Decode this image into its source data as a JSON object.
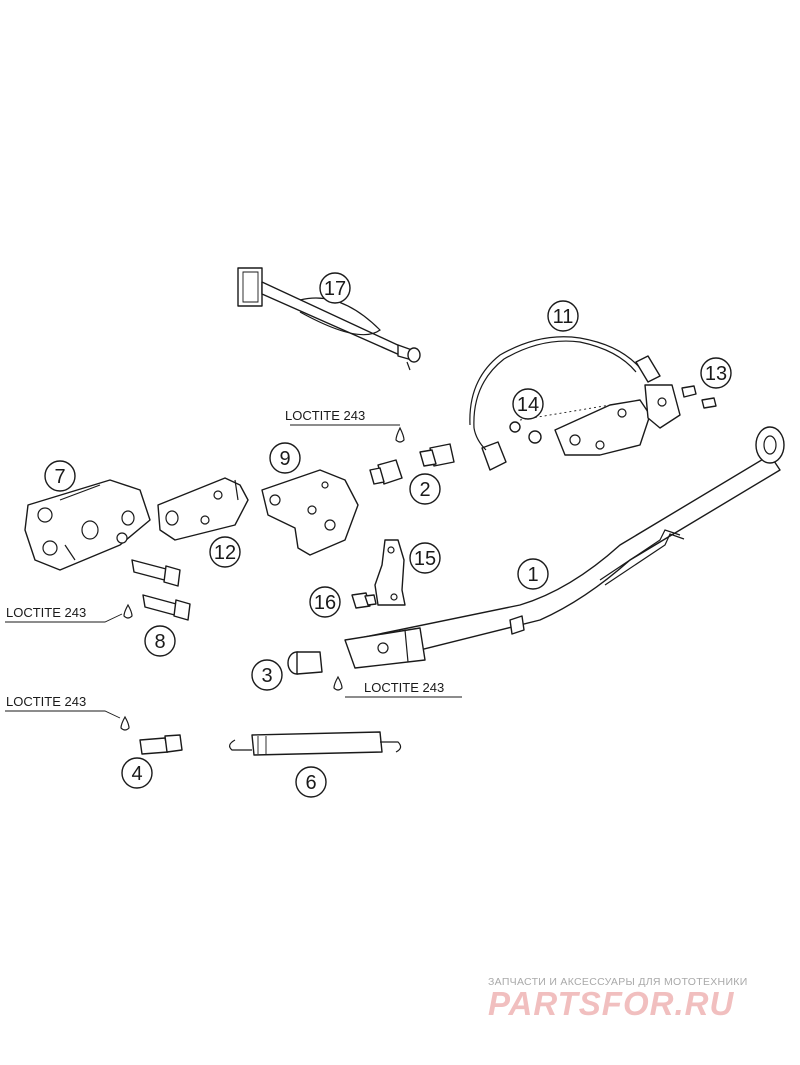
{
  "callouts": [
    "1",
    "2",
    "3",
    "4",
    "6",
    "7",
    "8",
    "9",
    "11",
    "12",
    "13",
    "14",
    "15",
    "16",
    "17"
  ],
  "loctite": [
    "LOCTITE 243",
    "LOCTITE 243",
    "LOCTITE 243",
    "LOCTITE 243"
  ],
  "watermark": {
    "subtitle": "ЗАПЧАСТИ И АКСЕССУАРЫ ДЛЯ МОТОТЕХНИКИ",
    "brand": "PARTSFOR.RU",
    "brand_color": "#f1bfbf",
    "subtitle_color": "#a9a9a9"
  }
}
